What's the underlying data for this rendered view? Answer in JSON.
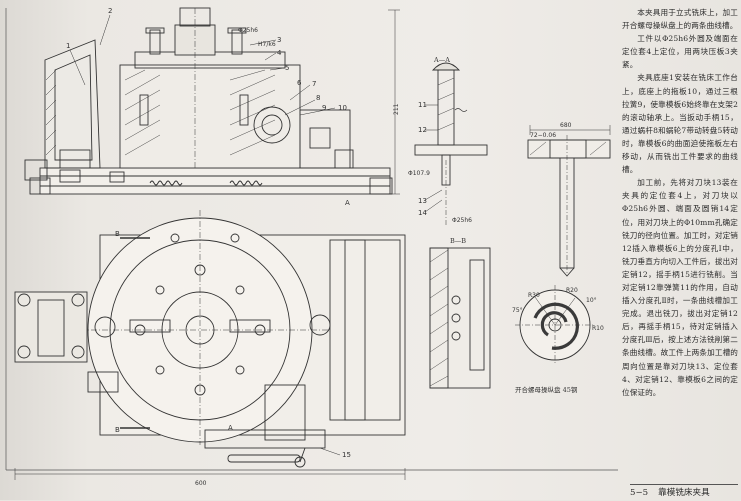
{
  "page": {
    "description_paragraphs": [
      "本夹具用于立式铣床上，加工开合螺母操纵盘上的两条曲线槽。",
      "工件以Φ25h6外圆及端面在定位套4上定位，用两块压板3夹紧。",
      "夹具底座1安装在铣床工作台上，底座上的拖板10，通过三根拉簧9，使靠模板6始终靠在支架2的滚动轴承上。当扳动手柄15，通过蜗杆8和蜗轮7带动转盘5转动时，靠模板6的曲面迫使拖板左右移动，从而铣出工件要求的曲线槽。",
      "加工前，先将对刀块13装在夹具的定位套4上，对刀块以Φ25h6外圆、端面及圆销14定位，用对刀块上的Φ10mm孔确定铣刀的径向位置。加工时，对定销12插入靠模板6上的分度孔Ⅰ中，铣刀垂直方向切入工件后，拔出对定销12，摇手柄15进行铣削。当对定销12靠弹簧11的作用，自动插入分度孔Ⅱ时，一条曲线槽加工完成。退出铣刀，拔出对定销12后，再摇手柄15，待对定销插入分度孔Ⅲ后，按上述方法铣削第二条曲线槽。故工件上两条加工槽的周向位置是靠对刀块13、定位套4、对定销12、靠模板6之间的定位保证的。"
    ],
    "caption": {
      "figure_number": "5−5",
      "title": "靠模铣床夹具"
    }
  },
  "drawing": {
    "section_labels": {
      "aa": "A—A",
      "bb": "B—B",
      "b_marker": "B",
      "a_marker": "A",
      "workpiece": "开合螺母操纵盘 45钢"
    },
    "dimensions": {
      "width_680": "680",
      "width_600": "600",
      "height_211": "211",
      "dia_25h6_top": "Φ25h6",
      "dia_25h6": "Φ25h6",
      "dia_72": "72−0.06",
      "dia_107": "Φ107.9",
      "h7_k6": "H7/k6",
      "r30": "R30",
      "r20": "R20",
      "r10": "R10",
      "angle_75": "75°",
      "angle_10": "10°"
    },
    "part_numbers": [
      "1",
      "2",
      "3",
      "4",
      "5",
      "6",
      "7",
      "8",
      "9",
      "10",
      "11",
      "12",
      "13",
      "14",
      "15"
    ]
  }
}
